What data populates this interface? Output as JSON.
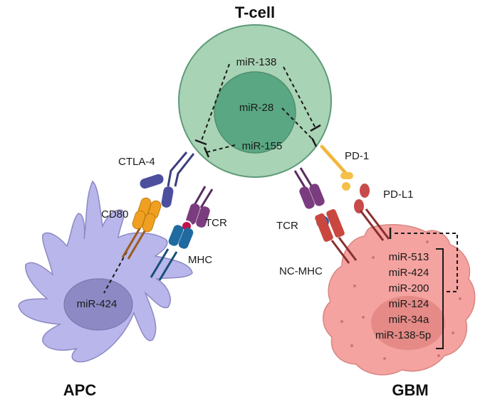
{
  "titles": {
    "tcell": "T-cell",
    "apc": "APC",
    "gbm": "GBM"
  },
  "receptors": {
    "ctla4": "CTLA-4",
    "cd80": "CD80",
    "tcr_left": "TCR",
    "mhc": "MHC",
    "pd1": "PD-1",
    "pdl1": "PD-L1",
    "tcr_right": "TCR",
    "nc_mhc": "NC-MHC"
  },
  "tcell_mirnas": [
    "miR-138",
    "miR-28",
    "miR-155"
  ],
  "apc_mirna": "miR-424",
  "gbm_mirnas": [
    "miR-513",
    "miR-424",
    "miR-200",
    "miR-124",
    "miR-34a",
    "miR-138-5p"
  ],
  "colors": {
    "tcell_outer": "#a9d3b5",
    "tcell_inner": "#5aa783",
    "apc_body": "#b8b6ea",
    "apc_nucleus": "#8c89c4",
    "gbm_body": "#f4a3a0",
    "gbm_nucleus": "#e0817d",
    "cd80": "#f0a020",
    "ctla4": "#4c4e9e",
    "tcr": "#7b3c7f",
    "mhc": "#1f6aa0",
    "pd1": "#f5c04a",
    "pdl1": "#c94a4a",
    "nc_mhc": "#c9473e"
  }
}
